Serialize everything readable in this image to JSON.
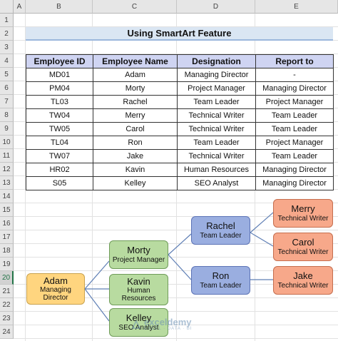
{
  "columns": [
    "A",
    "B",
    "C",
    "D",
    "E"
  ],
  "rows": [
    "1",
    "2",
    "3",
    "4",
    "5",
    "6",
    "7",
    "8",
    "9",
    "10",
    "11",
    "12",
    "13",
    "14",
    "15",
    "16",
    "17",
    "18",
    "19",
    "20",
    "21",
    "22",
    "23",
    "24"
  ],
  "title": "Using SmartArt Feature",
  "table": {
    "headers": [
      "Employee ID",
      "Employee Name",
      "Designation",
      "Report to"
    ],
    "rows": [
      [
        "MD01",
        "Adam",
        "Managing Director",
        "-"
      ],
      [
        "PM04",
        "Morty",
        "Project Manager",
        "Managing Director"
      ],
      [
        "TL03",
        "Rachel",
        "Team Leader",
        "Project Manager"
      ],
      [
        "TW04",
        "Merry",
        "Technical Writer",
        "Team Leader"
      ],
      [
        "TW05",
        "Carol",
        "Technical Writer",
        "Team Leader"
      ],
      [
        "TL04",
        "Ron",
        "Team Leader",
        "Project Manager"
      ],
      [
        "TW07",
        "Jake",
        "Technical Writer",
        "Team Leader"
      ],
      [
        "HR02",
        "Kavin",
        "Human Resources",
        "Managing Director"
      ],
      [
        "S05",
        "Kelley",
        "SEO Analyst",
        "Managing Director"
      ]
    ]
  },
  "org": {
    "adam": {
      "name": "Adam",
      "role": "Managing Director"
    },
    "morty": {
      "name": "Morty",
      "role": "Project Manager"
    },
    "kavin": {
      "name": "Kavin",
      "role": "Human Resources"
    },
    "kelley": {
      "name": "Kelley",
      "role": "SEO Analyst"
    },
    "rachel": {
      "name": "Rachel",
      "role": "Team Leader"
    },
    "ron": {
      "name": "Ron",
      "role": "Team Leader"
    },
    "merry": {
      "name": "Merry",
      "role": "Technical Writer"
    },
    "carol": {
      "name": "Carol",
      "role": "Technical Writer"
    },
    "jake": {
      "name": "Jake",
      "role": "Technical Writer"
    }
  },
  "watermark": {
    "name": "exceldemy",
    "sub": "EXCEL · DATA · BI"
  },
  "colors": {
    "header_fill": "#cfd4f2",
    "title_fill": "#dae6f3",
    "yellow": "#ffd57f",
    "green": "#b8dba0",
    "blue": "#9aaee0",
    "orange": "#f7a88a",
    "active_row": "#217346"
  },
  "active_row": "20"
}
